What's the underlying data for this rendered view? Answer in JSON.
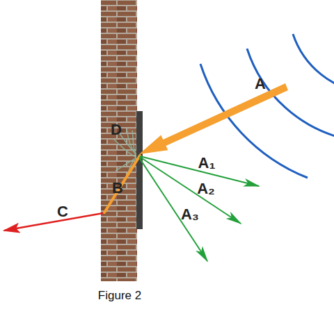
{
  "diagram": {
    "caption": "Figure 2",
    "labels": [
      "A",
      "D",
      "A₁",
      "B",
      "A₂",
      "A₃",
      "C"
    ]
  }
}
